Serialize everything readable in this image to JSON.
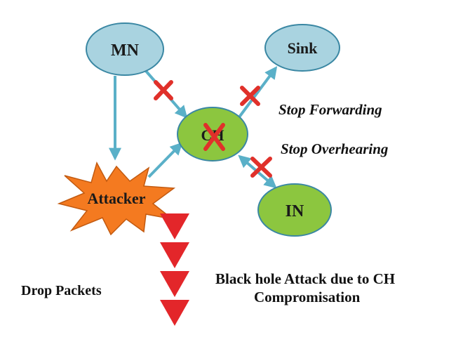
{
  "nodes": {
    "mn": "MN",
    "sink": "Sink",
    "ch": "CH",
    "in": "IN",
    "attacker": "Attacker"
  },
  "labels": {
    "stop_forwarding": "Stop Forwarding",
    "stop_overhearing": "Stop Overhearing",
    "drop_packets": "Drop Packets",
    "caption_line1": "Black hole Attack due to CH",
    "caption_line2": "Compromisation"
  },
  "colors": {
    "blue_node": "#a9d3e0",
    "green_node": "#8cc63f",
    "attacker": "#f47a20",
    "arrow": "#5ab0c8",
    "cross": "#e0302a",
    "drop_triangle": "#e3262a"
  }
}
